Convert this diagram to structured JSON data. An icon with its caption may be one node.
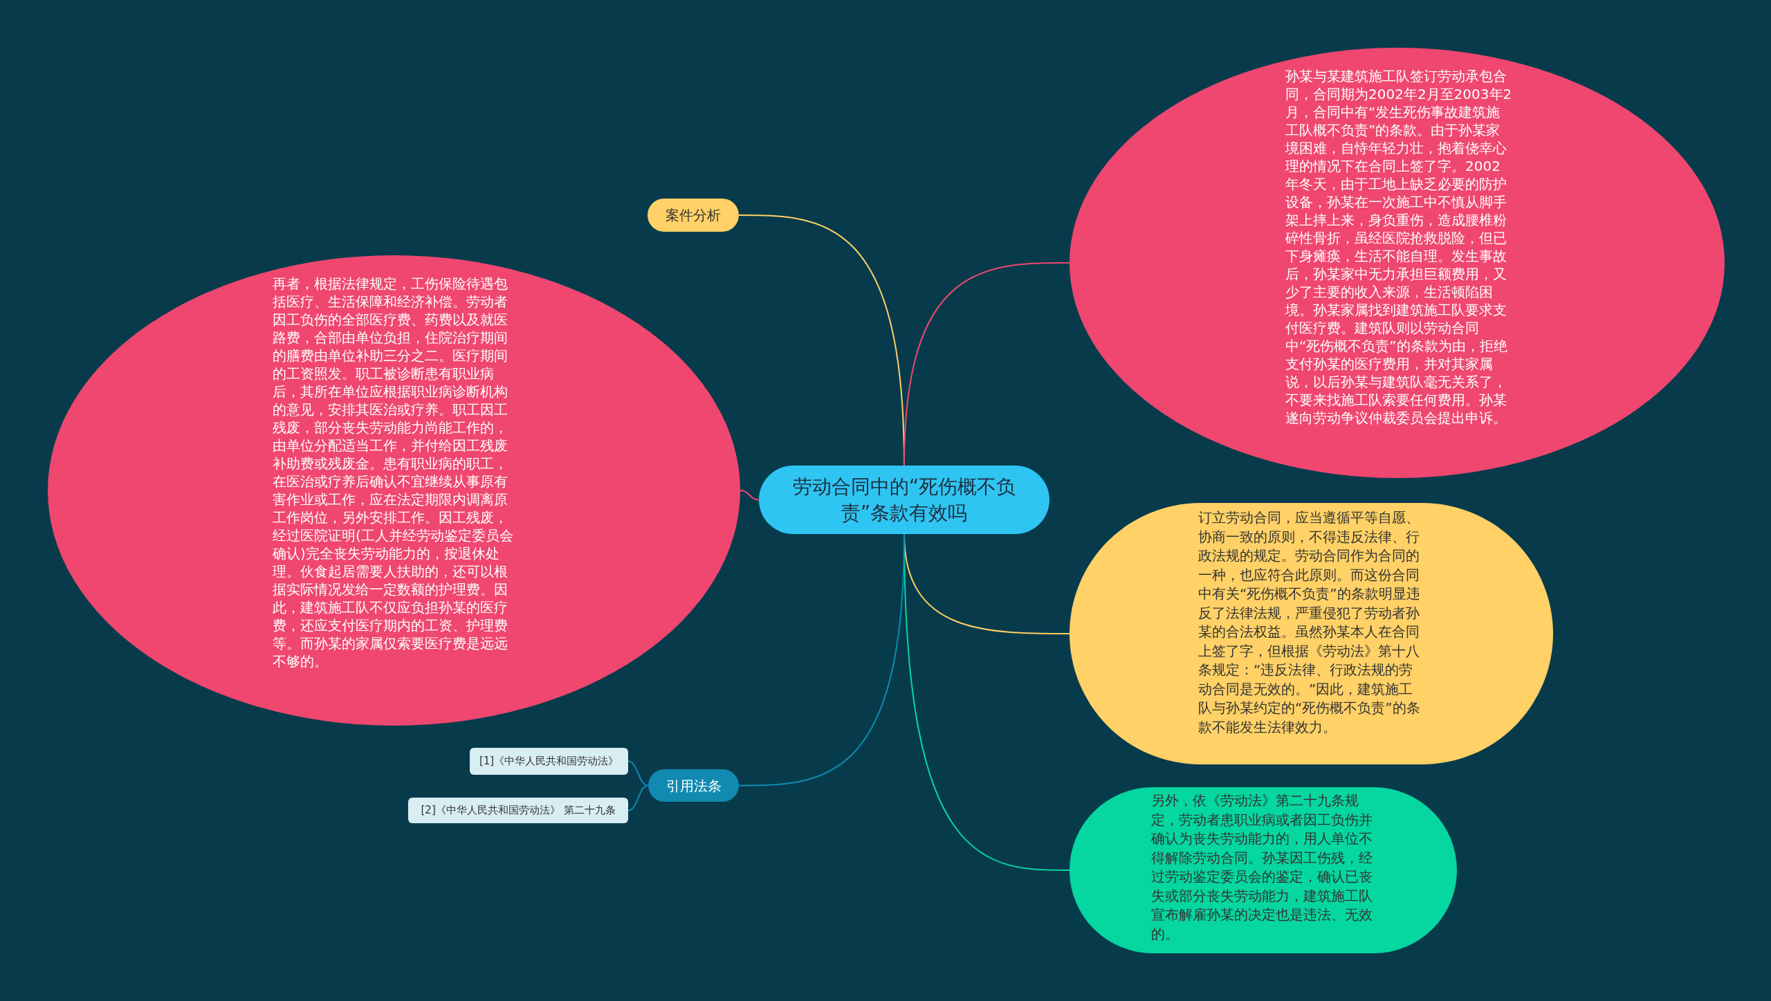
{
  "diagram": {
    "nodes": [
      {
        "text": [
          "劳动合同中的“死伤概不负责”条款有效吗"
        ]
      },
      {
        "text": [
          "案件分析"
        ]
      },
      {
        "text": [
          "再者，根据法律规定，工伤保险待遇包括医疗、生活保障和经济补偿。劳动者因工负伤的全部医疗费、药费以及就医路费，合部由单位负担，住院治疗期间的膳费由单位补助三分之二。医疗期间的工资照发。职工被诊断患有职业病后，其所在单位应根据职业病诊断机构的意见，安排其医治或疗养。职工因工残废，部分丧失劳动能力尚能工作的，由单位分配适当工作，并付给因工残废补助费或残废金。患有职业病的职工，在医治或疗养后确认不宜继续从事原有害作业或工作，应在法定期限内调离原工作岗位，另外安排工作。因工残废，经过医院证明(工人并经劳动鉴定委员会确认)完全丧失劳动能力的，按退休处理。伙食起居需要人扶助的，还可以根据实际情况发给一定数额的护理费。因此，建筑施工队不仅应负担孙某的医疗费，还应支付医疗期内的工资、护理费等。而孙某的家属仅索要医疗费是远远不够的。"
        ]
      },
      {
        "text": [
          "孙某与某建筑施工队签订劳动承包合同，合同期为2002年2月至2003年2月，合同中有“发生死伤事故建筑施工队概不负责”的条款。由于孙某家境困难，自恃年轻力壮，抱着侥幸心理的情况下在合同上签了字。2002年冬天，由于工地上缺乏必要的防护设备，孙某在一次施工中不慎从脚手架上摔上来，身负重伤，造成腰椎粉碎性骨折，虽经医院抢救脱险，但已下身瘫痪，生活不能自理。发生事故后，孙某家中无力承担巨额费用，又少了主要的收入来源，生活顿陷困境。孙某家属找到建筑施工队要求支付医疗费。建筑队则以劳动合同中“死伤概不负责”的条款为由，拒绝支付孙某的医疗费用，并对其家属说，以后孙某与建筑队毫无关系了，不要来找施工队索要任何费用。孙某遂向劳动争议仲裁委员会提出申诉。"
        ]
      },
      {
        "text": [
          "订立劳动合同，应当遵循平等自愿、协商一致的原则，不得违反法律、行政法规的规定。劳动合同作为合同的一种，也应符合此原则。而这份合同中有关“死伤概不负责”的条款明显违反了法律法规，严重侵犯了劳动者孙某的合法权益。虽然孙某本人在合同上签了字，但根据《劳动法》第十八条规定：“违反法律、行政法规的劳动合同是无效的。”因此，建筑施工队与孙某约定的“死伤概不负责”的条款不能发生法律效力。"
        ]
      },
      {
        "text": [
          "另外，依《劳动法》第二十九条规定，劳动者患职业病或者因工负伤并确认为丧失劳动能力的，用人单位不得解除劳动合同。孙某因工伤残，经过劳动鉴定委员会的鉴定，确认已丧失或部分丧失劳动能力，建筑施工队宣布解雇孙某的决定也是违法、无效的。"
        ]
      },
      {
        "text": [
          "引用法条"
        ]
      },
      {
        "text": [
          "[1]《中华人民共和国劳动法》"
        ]
      },
      {
        "text": [
          "[2]《中华人民共和国劳动法》 第二十九条"
        ]
      }
    ],
    "edges": [
      {
        "from": 0,
        "to": 1,
        "arrow": "none",
        "color": "#ffd166"
      },
      {
        "from": 0,
        "to": 2,
        "arrow": "none",
        "color": "#ef476f"
      },
      {
        "from": 0,
        "to": 3,
        "arrow": "none",
        "color": "#ef476f"
      },
      {
        "from": 0,
        "to": 4,
        "arrow": "none",
        "color": "#ffd166"
      },
      {
        "from": 0,
        "to": 5,
        "arrow": "none",
        "color": "#06d6a0"
      },
      {
        "from": 0,
        "to": 6,
        "arrow": "none",
        "color": "#118ab2"
      },
      {
        "from": 6,
        "to": 7,
        "arrow": "none",
        "color": "#118ab2"
      },
      {
        "from": 6,
        "to": 8,
        "arrow": "none",
        "color": "#118ab2"
      }
    ]
  }
}
